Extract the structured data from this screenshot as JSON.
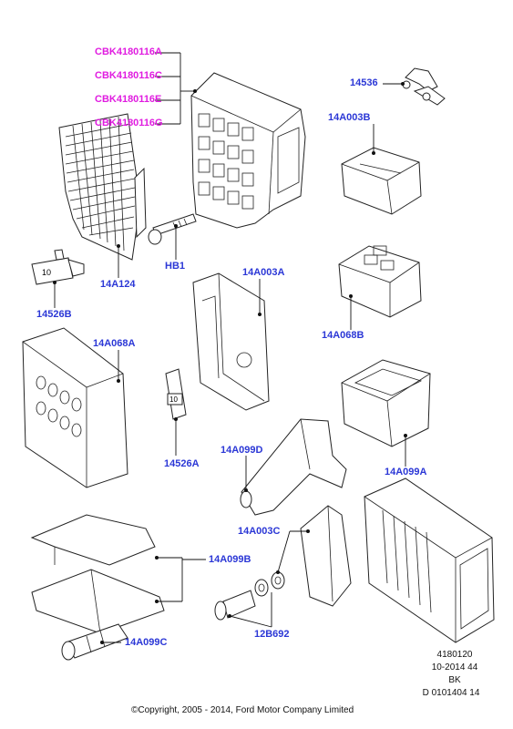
{
  "callouts": {
    "cbk_a": "CBK4180116A",
    "cbk_c": "CBK4180116C",
    "cbk_e": "CBK4180116E",
    "cbk_g": "CBK4180116G",
    "p14536": "14536",
    "p14a003b": "14A003B",
    "phb1": "HB1",
    "p14a124": "14A124",
    "p14a003a": "14A003A",
    "p14526b": "14526B",
    "p14a068b": "14A068B",
    "p14a068a": "14A068A",
    "p14526a": "14526A",
    "p14a099d": "14A099D",
    "p14a099a": "14A099A",
    "p14a003c": "14A003C",
    "p14a099b": "14A099B",
    "p12b692": "12B692",
    "p14a099c": "14A099C"
  },
  "fuse_rating": "10",
  "fuse_mini_rating": "10",
  "footer": {
    "ref1": "4180120",
    "ref2": "10-2014 44",
    "ref3": "BK",
    "ref4": "D 0101404 14",
    "copyright": "©Copyright, 2005 - 2014, Ford Motor Company Limited"
  },
  "colors": {
    "callout_blue": "#2b37d6",
    "callout_magenta": "#e01ce0"
  }
}
